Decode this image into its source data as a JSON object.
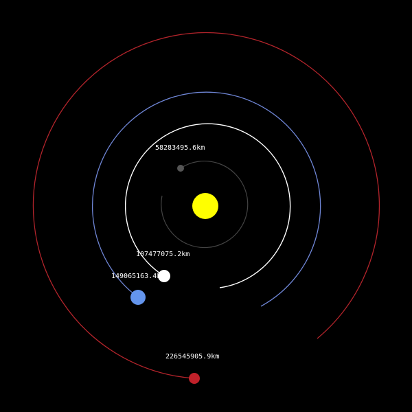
{
  "scene": {
    "background": "#000000",
    "sun": {
      "name": "sun",
      "color": "#ffff00"
    },
    "bodies": [
      {
        "id": "mercury",
        "distance_label": "58283495.6km",
        "color": "#555555",
        "orbit_color": "#444444"
      },
      {
        "id": "venus",
        "distance_label": "107477075.2km",
        "color": "#ffffff",
        "orbit_color": "#ffffff"
      },
      {
        "id": "earth",
        "distance_label": "149065163.4km",
        "color": "#6495ed",
        "orbit_color": "#6f86d6"
      },
      {
        "id": "mars",
        "distance_label": "226545905.9km",
        "color": "#c0212a",
        "orbit_color": "#b3242b"
      }
    ]
  }
}
